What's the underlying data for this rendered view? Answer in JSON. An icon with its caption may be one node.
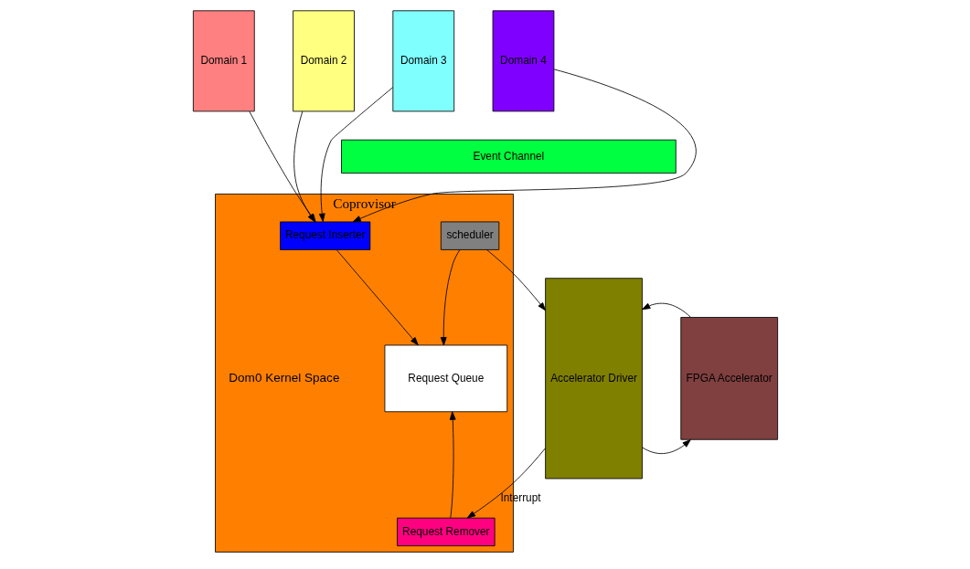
{
  "diagram": {
    "nodes": [
      {
        "text": [
          "Domain 1"
        ]
      },
      {
        "text": [
          "Domain 2"
        ]
      },
      {
        "text": [
          "Domain 3"
        ]
      },
      {
        "text": [
          "Domain 4"
        ]
      },
      {
        "text": [
          "Event Channel"
        ]
      },
      {
        "text": [
          "Coprovisor"
        ],
        "beside": [
          "Dom0 Kernel Space"
        ]
      },
      {
        "text": [
          "Request Inserter"
        ],
        "in": 5
      },
      {
        "text": [
          "scheduler"
        ],
        "in": 5
      },
      {
        "text": [
          "Request Queue"
        ],
        "in": 5
      },
      {
        "text": [
          "Request Remover"
        ],
        "in": 5
      },
      {
        "text": [
          "Accelerator Driver"
        ]
      },
      {
        "text": [
          "FPGA Accelerator"
        ]
      }
    ],
    "edges": [
      {
        "from": 0,
        "to": 6,
        "arrow": "to"
      },
      {
        "from": 1,
        "to": 6,
        "arrow": "to"
      },
      {
        "from": 2,
        "to": 6,
        "arrow": "to"
      },
      {
        "from": 3,
        "to": 6,
        "arrow": "to"
      },
      {
        "from": 6,
        "to": 8,
        "arrow": "to"
      },
      {
        "from": 7,
        "to": 8,
        "arrow": "to"
      },
      {
        "from": 9,
        "to": 8,
        "arrow": "to"
      },
      {
        "from": 7,
        "to": 10,
        "arrow": "to"
      },
      {
        "from": 10,
        "to": 11,
        "arrow": "to"
      },
      {
        "from": 11,
        "to": 10,
        "arrow": "to"
      },
      {
        "from": 10,
        "to": 9,
        "arrow": "to",
        "label": "Interrupt"
      }
    ]
  }
}
